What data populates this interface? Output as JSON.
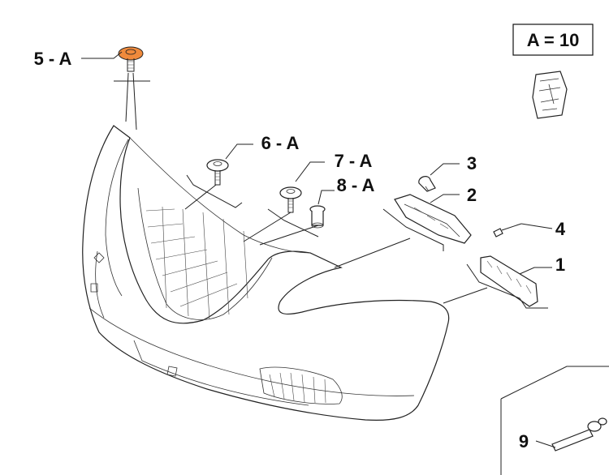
{
  "legend": {
    "text": "A = 10"
  },
  "callouts": [
    {
      "id": "c5",
      "label": "5 - A"
    },
    {
      "id": "c6",
      "label": "6 - A"
    },
    {
      "id": "c7",
      "label": "7 - A"
    },
    {
      "id": "c8",
      "label": "8 - A"
    },
    {
      "id": "c3",
      "label": "3"
    },
    {
      "id": "c2",
      "label": "2"
    },
    {
      "id": "c4",
      "label": "4"
    },
    {
      "id": "c1",
      "label": "1"
    },
    {
      "id": "c9",
      "label": "9"
    }
  ],
  "colors": {
    "highlight": "#f08a3c",
    "line": "#222222",
    "background": "#ffffff"
  }
}
